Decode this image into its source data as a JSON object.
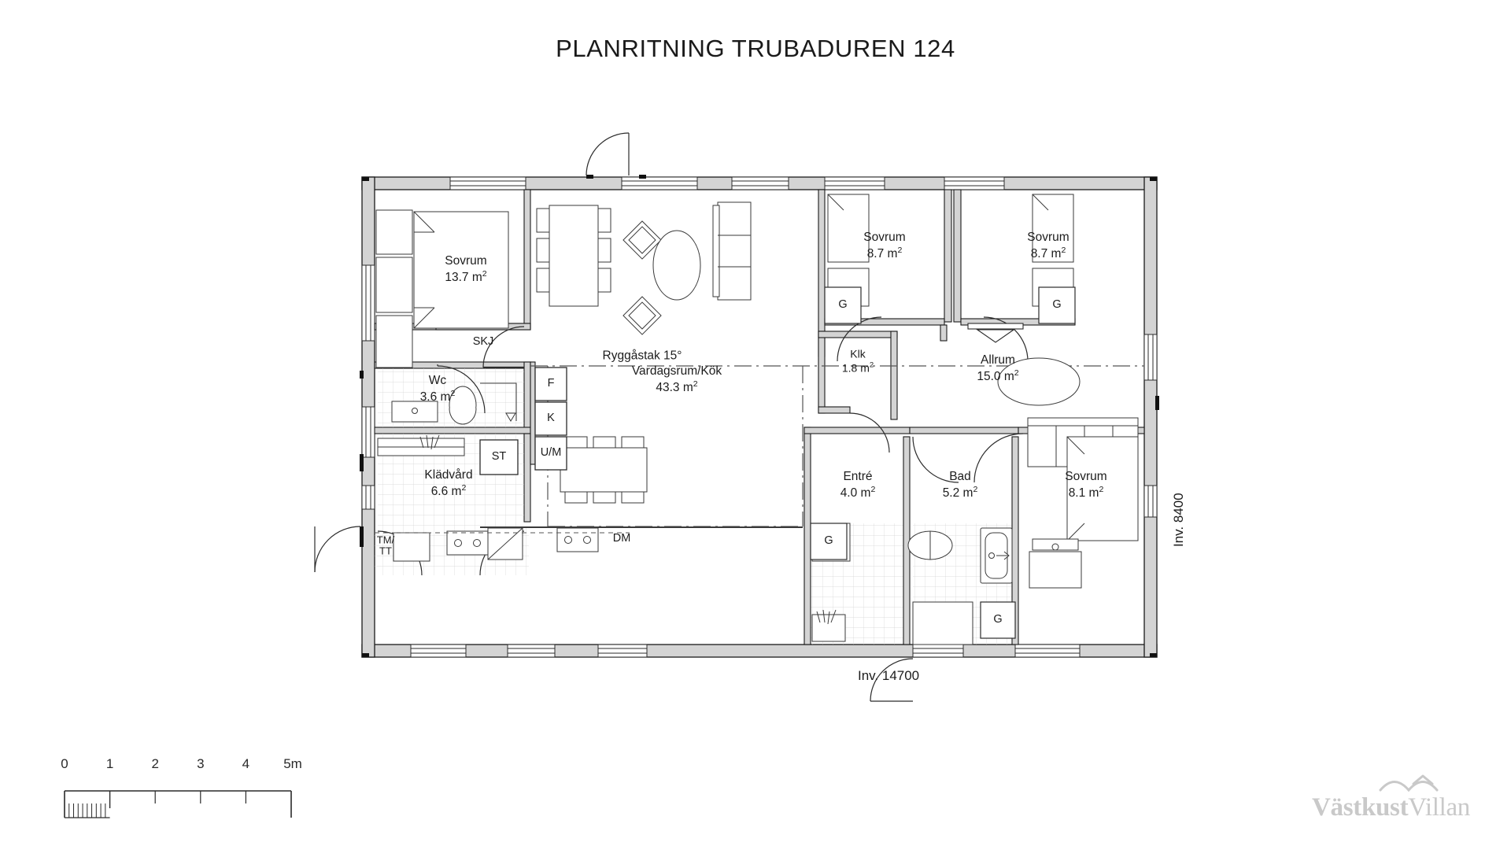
{
  "document": {
    "title": "PLANRITNING TRUBADUREN 124"
  },
  "rooms": [
    {
      "id": "sovrum-main",
      "name": "Sovrum",
      "area": "13.7 m²"
    },
    {
      "id": "vardagsrum",
      "name": "Vardagsrum/Kök",
      "area": "43.3 m²"
    },
    {
      "id": "sovrum-n1",
      "name": "Sovrum",
      "area": "8.7 m²"
    },
    {
      "id": "sovrum-n2",
      "name": "Sovrum",
      "area": "8.7 m²"
    },
    {
      "id": "allrum",
      "name": "Allrum",
      "area": "15.0 m²"
    },
    {
      "id": "klk",
      "name": "Klk",
      "area": "1.8 m²"
    },
    {
      "id": "wc",
      "name": "Wc",
      "area": "3.6 m²"
    },
    {
      "id": "kladvard",
      "name": "Klädvård",
      "area": "6.6 m²"
    },
    {
      "id": "entre",
      "name": "Entré",
      "area": "4.0 m²"
    },
    {
      "id": "bad",
      "name": "Bad",
      "area": "5.2 m²"
    },
    {
      "id": "sovrum-se",
      "name": "Sovrum",
      "area": "8.1 m²"
    }
  ],
  "fixture_labels": {
    "skj": "SKJ",
    "fridge": "F",
    "freezer": "K",
    "oven_micro": "U/M",
    "storage": "ST",
    "washer_dryer_l1": "TM/",
    "washer_dryer_l2": "TT",
    "dishwasher": "DM",
    "wardrobe_n1": "G",
    "wardrobe_n2": "G",
    "wardrobe_entre": "G",
    "wardrobe_se": "G"
  },
  "annotations": {
    "roof": "Ryggåstak 15°"
  },
  "dimensions": {
    "bottom": "Inv. 14700",
    "right": "Inv. 8400"
  },
  "scale": {
    "ticks": [
      "0",
      "1",
      "2",
      "3",
      "4",
      "5m"
    ]
  },
  "branding": {
    "brand_bold": "Västkust",
    "brand_light": "Villan"
  },
  "colors": {
    "wall_fill": "#d4d4d4",
    "wall_stroke": "#1a1a1a",
    "line": "#2b2b2b",
    "thin": "#6d6d6d",
    "grid": "#cfcfcf",
    "text": "#1c1c1c",
    "logo": "#c9c9c9"
  }
}
